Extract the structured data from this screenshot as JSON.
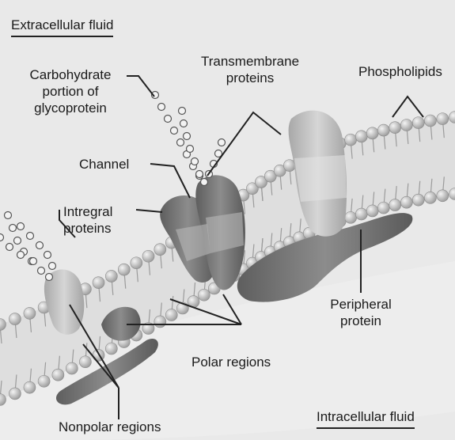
{
  "labels": {
    "extracellular_fluid": "Extracellular fluid",
    "intracellular_fluid": "Intracellular fluid",
    "carbohydrate_l1": "Carbohydrate",
    "carbohydrate_l2": "portion of",
    "carbohydrate_l3": "glycoprotein",
    "transmembrane_l1": "Transmembrane",
    "transmembrane_l2": "proteins",
    "phospholipids": "Phospholipids",
    "channel": "Channel",
    "integral_l1": "Intregral",
    "integral_l2": "proteins",
    "peripheral_l1": "Peripheral",
    "peripheral_l2": "protein",
    "polar_regions": "Polar regions",
    "nonpolar_regions": "Nonpolar regions"
  },
  "colors": {
    "background": "#e9e9e9",
    "head": "#c9c9c9",
    "protein_dark": "#7a7a7a",
    "protein_light": "#bdbdbd",
    "line": "#222222"
  }
}
